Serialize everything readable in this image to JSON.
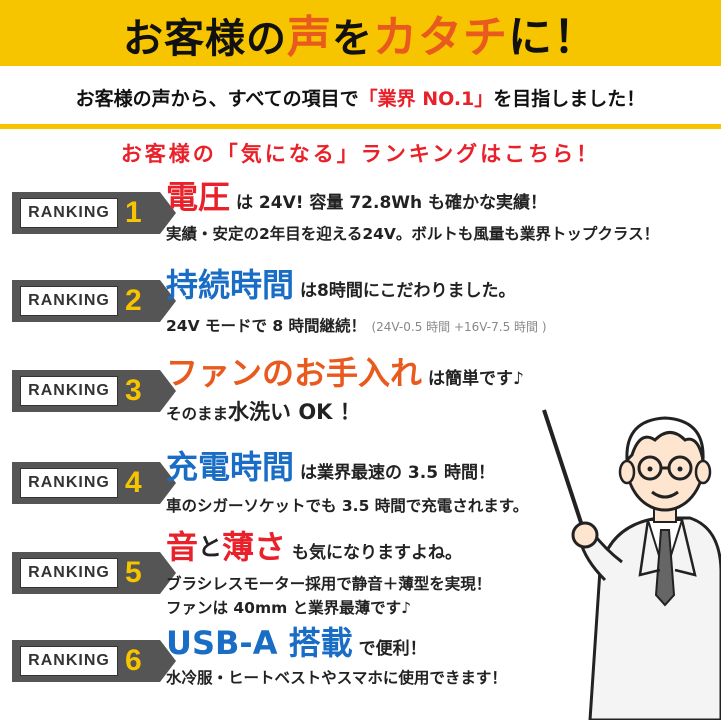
{
  "banner": {
    "part1": "お客様の",
    "highlight": "声",
    "part2": "を",
    "part3": "カタチ",
    "part4": "に！"
  },
  "subtitle": {
    "before": "お客様の声から、すべての項目で",
    "highlight": "「業界 NO.1」",
    "after": "を目指しました！"
  },
  "ranking_heading": "お客様の「気になる」ランキングはこちら！",
  "tag_label": "RANKING",
  "rankings": [
    {
      "num": "1",
      "title_main": "電圧",
      "title_rest": "は 24V! 容量 72.8Wh も確かな実績！",
      "desc": "実績・安定の2年目を迎える24V。ボルトも風量も業界トップクラス！"
    },
    {
      "num": "2",
      "title_main": "持続時間",
      "title_rest": "は8時間にこだわりました。",
      "desc": "24V モードで 8 時間継続！",
      "desc_note": "(24V-0.5 時間 +16V-7.5 時間 )"
    },
    {
      "num": "3",
      "title_main": "ファンのお手入れ",
      "title_rest": "は簡単です♪",
      "desc_pre": "そのまま",
      "desc_big": "水洗い OK ！"
    },
    {
      "num": "4",
      "title_main": "充電時間",
      "title_rest": "は業界最速の 3.5 時間！",
      "desc": "車のシガーソケットでも 3.5 時間で充電されます。"
    },
    {
      "num": "5",
      "title_main_a": "音",
      "title_mid": "と",
      "title_main_b": "薄さ",
      "title_rest": "も気になりますよね。",
      "desc": "ブラシレスモーター採用で静音＋薄型を実現！",
      "desc2": "ファンは 40mm と業界最薄です♪"
    },
    {
      "num": "6",
      "title_main": "USB-A 搭載",
      "title_rest": "で便利！",
      "desc": "水冷服・ヒートベストやスマホに使用できます！"
    }
  ],
  "colors": {
    "yellow": "#f7c400",
    "red": "#e8212a",
    "orange": "#e85a1e",
    "blue": "#1a6dc4",
    "tag_gray": "#555555"
  }
}
